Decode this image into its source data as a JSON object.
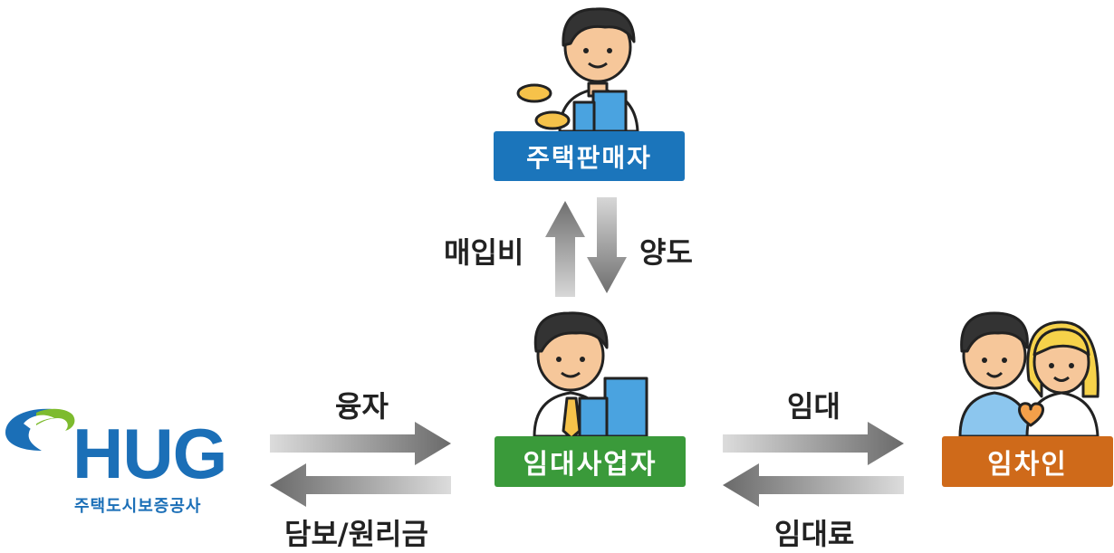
{
  "nodes": {
    "seller": {
      "label": "주택판매자",
      "color": "#1b75bb"
    },
    "lessor": {
      "label": "임대사업자",
      "color": "#3a9a3a"
    },
    "tenant": {
      "label": "임차인",
      "color": "#cf6a1a"
    }
  },
  "edges": {
    "purchase_cost": "매입비",
    "transfer": "양도",
    "loan": "융자",
    "collateral": "담보/원리금",
    "lease": "임대",
    "rent": "임대료"
  },
  "logo": {
    "name": "HUG",
    "subtitle": "주택도시보증공사",
    "color": "#1b6fb7"
  }
}
